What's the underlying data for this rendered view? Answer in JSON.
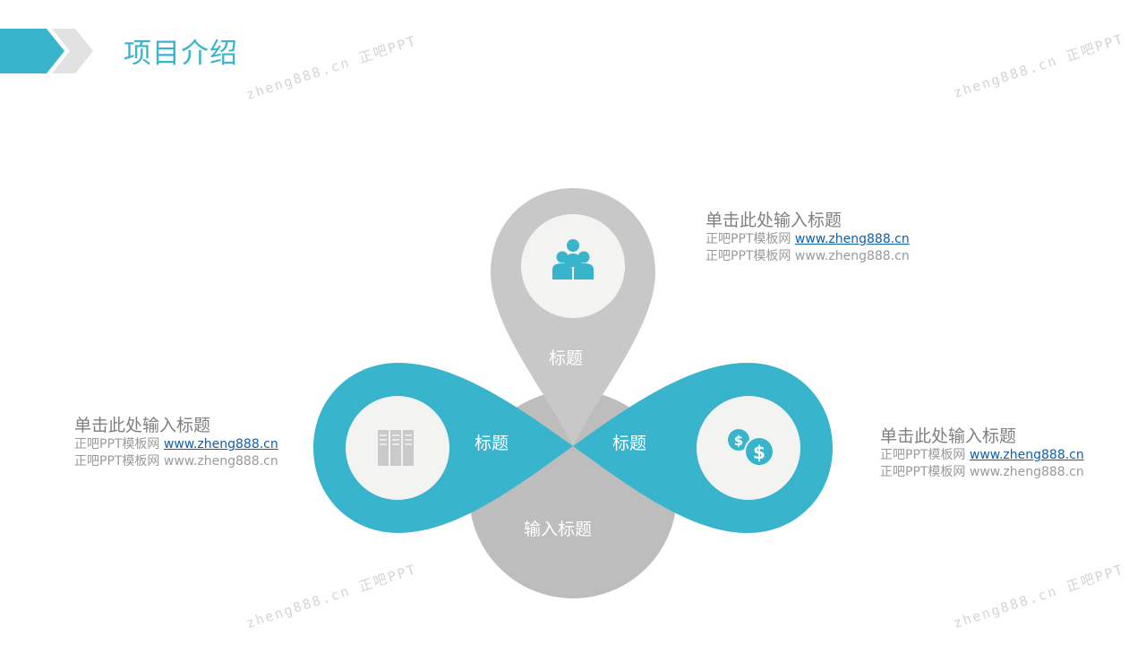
{
  "header": {
    "title": "项目介绍"
  },
  "colors": {
    "accent": "#38b4cc",
    "gray_pin": "#c8c8c8",
    "gray_circle": "#bdbdbd",
    "icon_bg": "#f3f3f1"
  },
  "diagram": {
    "top_pin_label": "标题",
    "left_petal_label": "标题",
    "right_petal_label": "标题",
    "bottom_circle_label": "输入标题",
    "icons": {
      "top": "people-group-icon",
      "left": "books-icon",
      "right": "dollar-coins-icon"
    }
  },
  "blocks": [
    {
      "heading": "单击此处输入标题",
      "line1_prefix": "正吧PPT模板网 ",
      "line1_link": "www.zheng888.cn",
      "line2": "正吧PPT模板网 www.zheng888.cn"
    },
    {
      "heading": "单击此处输入标题",
      "line1_prefix": "正吧PPT模板网 ",
      "line1_link": "www.zheng888.cn",
      "line2": "正吧PPT模板网 www.zheng888.cn"
    },
    {
      "heading": "单击此处输入标题",
      "line1_prefix": "正吧PPT模板网 ",
      "line1_link": "www.zheng888.cn",
      "line2": "正吧PPT模板网 www.zheng888.cn"
    }
  ],
  "watermark": {
    "text": "zheng888.cn 正吧PPT"
  }
}
